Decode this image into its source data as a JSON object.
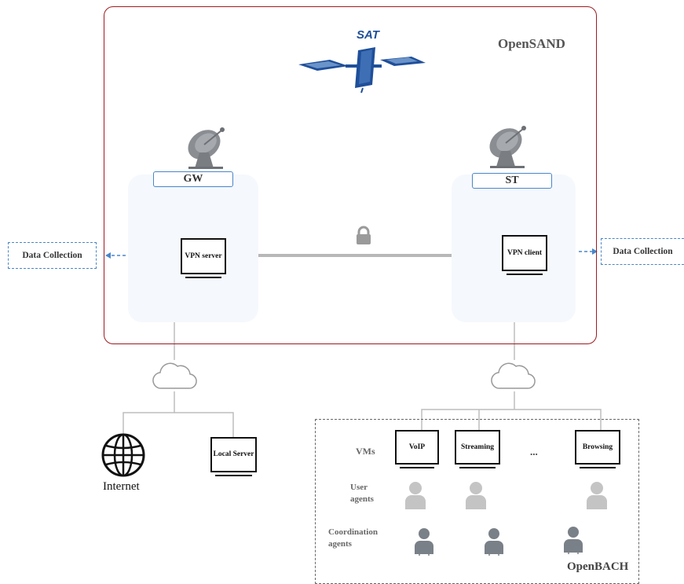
{
  "opensand": {
    "title": "OpenSAND"
  },
  "satellite": {
    "label": "SAT"
  },
  "gateway": {
    "label": "GW",
    "device_label": "VPN server"
  },
  "terminal": {
    "label": "ST",
    "device_label": "VPN client"
  },
  "data_collection": {
    "left": "Data Collection",
    "right": "Data Collection"
  },
  "internet": {
    "label": "Internet"
  },
  "local_server": {
    "label": "Local Server"
  },
  "openbach": {
    "title": "OpenBACH",
    "row_labels": {
      "vms": "VMs",
      "user_agents": "User agents",
      "coordination_agents": "Coordination agents"
    },
    "vms": [
      "VoIP",
      "Streaming",
      "Browsing"
    ],
    "ellipsis": "..."
  },
  "colors": {
    "opensand_border": "#9b1c22",
    "accent_blue": "#4a86c8",
    "link_gray": "#b0b0b0",
    "user_agent": "#c4c4c4",
    "coordination_agent": "#7a8088"
  },
  "icons": [
    "satellite-icon",
    "satellite-dish-icon",
    "lock-icon",
    "cloud-icon",
    "globe-icon",
    "user-icon"
  ]
}
